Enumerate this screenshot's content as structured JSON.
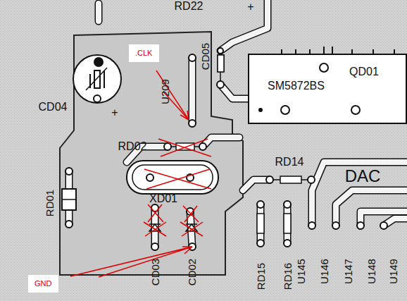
{
  "diagram": {
    "nodes": [
      {
        "text": [
          ".CLK"
        ]
      },
      {
        "text": [
          "GND"
        ]
      },
      {
        "text": [
          "QD01",
          "SM5872BS"
        ]
      }
    ],
    "labels": [
      "RD22",
      "+",
      "CD04",
      "+",
      "CD05",
      "U209",
      "RD02",
      "RD14",
      "DAC",
      "RD01",
      "XD01",
      "CD03",
      "CD02",
      "RD15",
      "RD16",
      "U145",
      "U146",
      "U147",
      "U148",
      "U149"
    ]
  }
}
